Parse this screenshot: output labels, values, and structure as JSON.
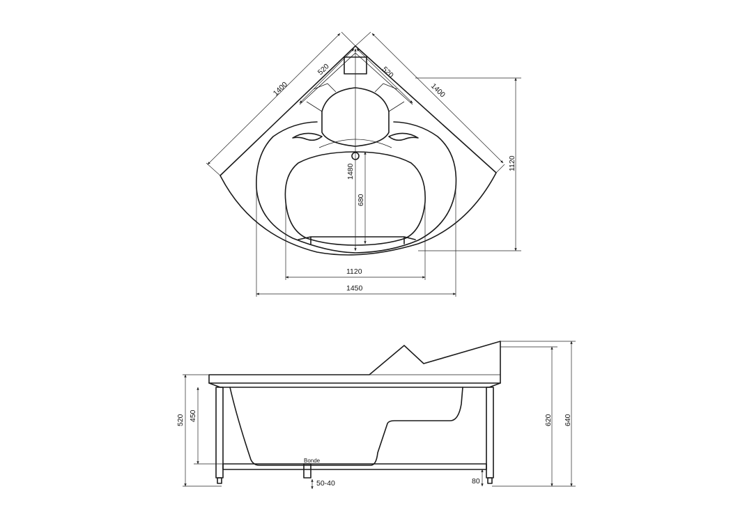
{
  "top_view": {
    "dim_side_left": "1400",
    "dim_side_right": "1400",
    "dim_seat_left": "520",
    "dim_seat_right": "520",
    "dim_diagonal": "1480",
    "dim_inner_depth": "680",
    "dim_height_right": "1120",
    "dim_inner_width": "1120",
    "dim_outer_width": "1450"
  },
  "side_view": {
    "dim_520": "520",
    "dim_450": "450",
    "label_drain": "Bonde",
    "dim_drain": "50-40",
    "dim_leg": "80",
    "dim_620": "620",
    "dim_640": "640"
  }
}
